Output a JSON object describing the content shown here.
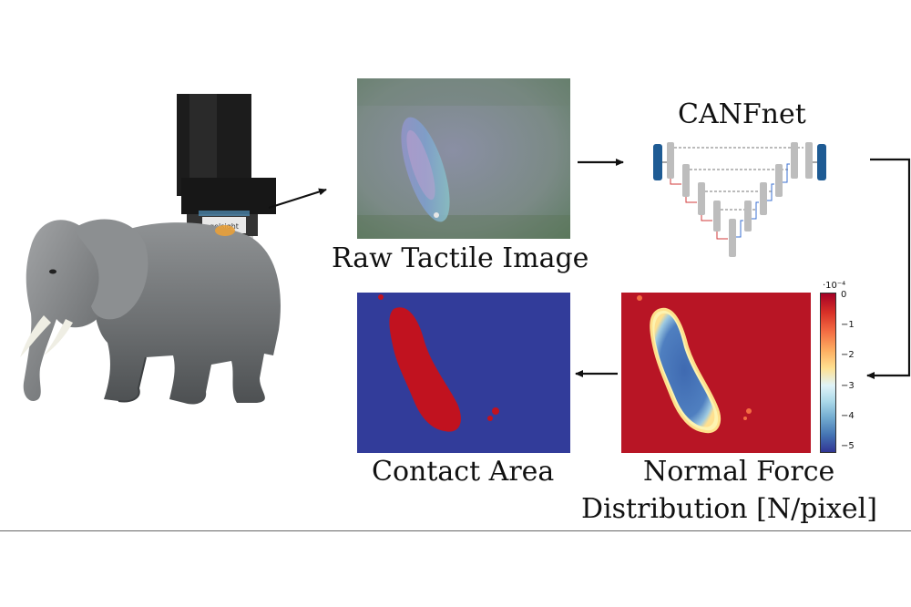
{
  "labels": {
    "raw_tactile_image": "Raw Tactile Image",
    "network_name": "CANFnet",
    "contact_area": "Contact Area",
    "normal_force_line1": "Normal Force",
    "normal_force_line2": "Distribution [N/pixel]",
    "sensor_brand": "gelsight"
  },
  "colorbar": {
    "exponent": "·10⁻⁴",
    "ticks": [
      "0",
      "−1",
      "−2",
      "−3",
      "−4",
      "−5"
    ],
    "range": [
      -5.3,
      0
    ],
    "colormap": "RdYlBu"
  },
  "colors": {
    "contact_red": "#c1121f",
    "contact_blue": "#323c9a",
    "force_red": "#b81525",
    "unet_blue": "#1e5b94",
    "unet_gray": "#bdbdbd",
    "skip_red": "#d23a3a",
    "skip_blue": "#3a6fd2"
  }
}
